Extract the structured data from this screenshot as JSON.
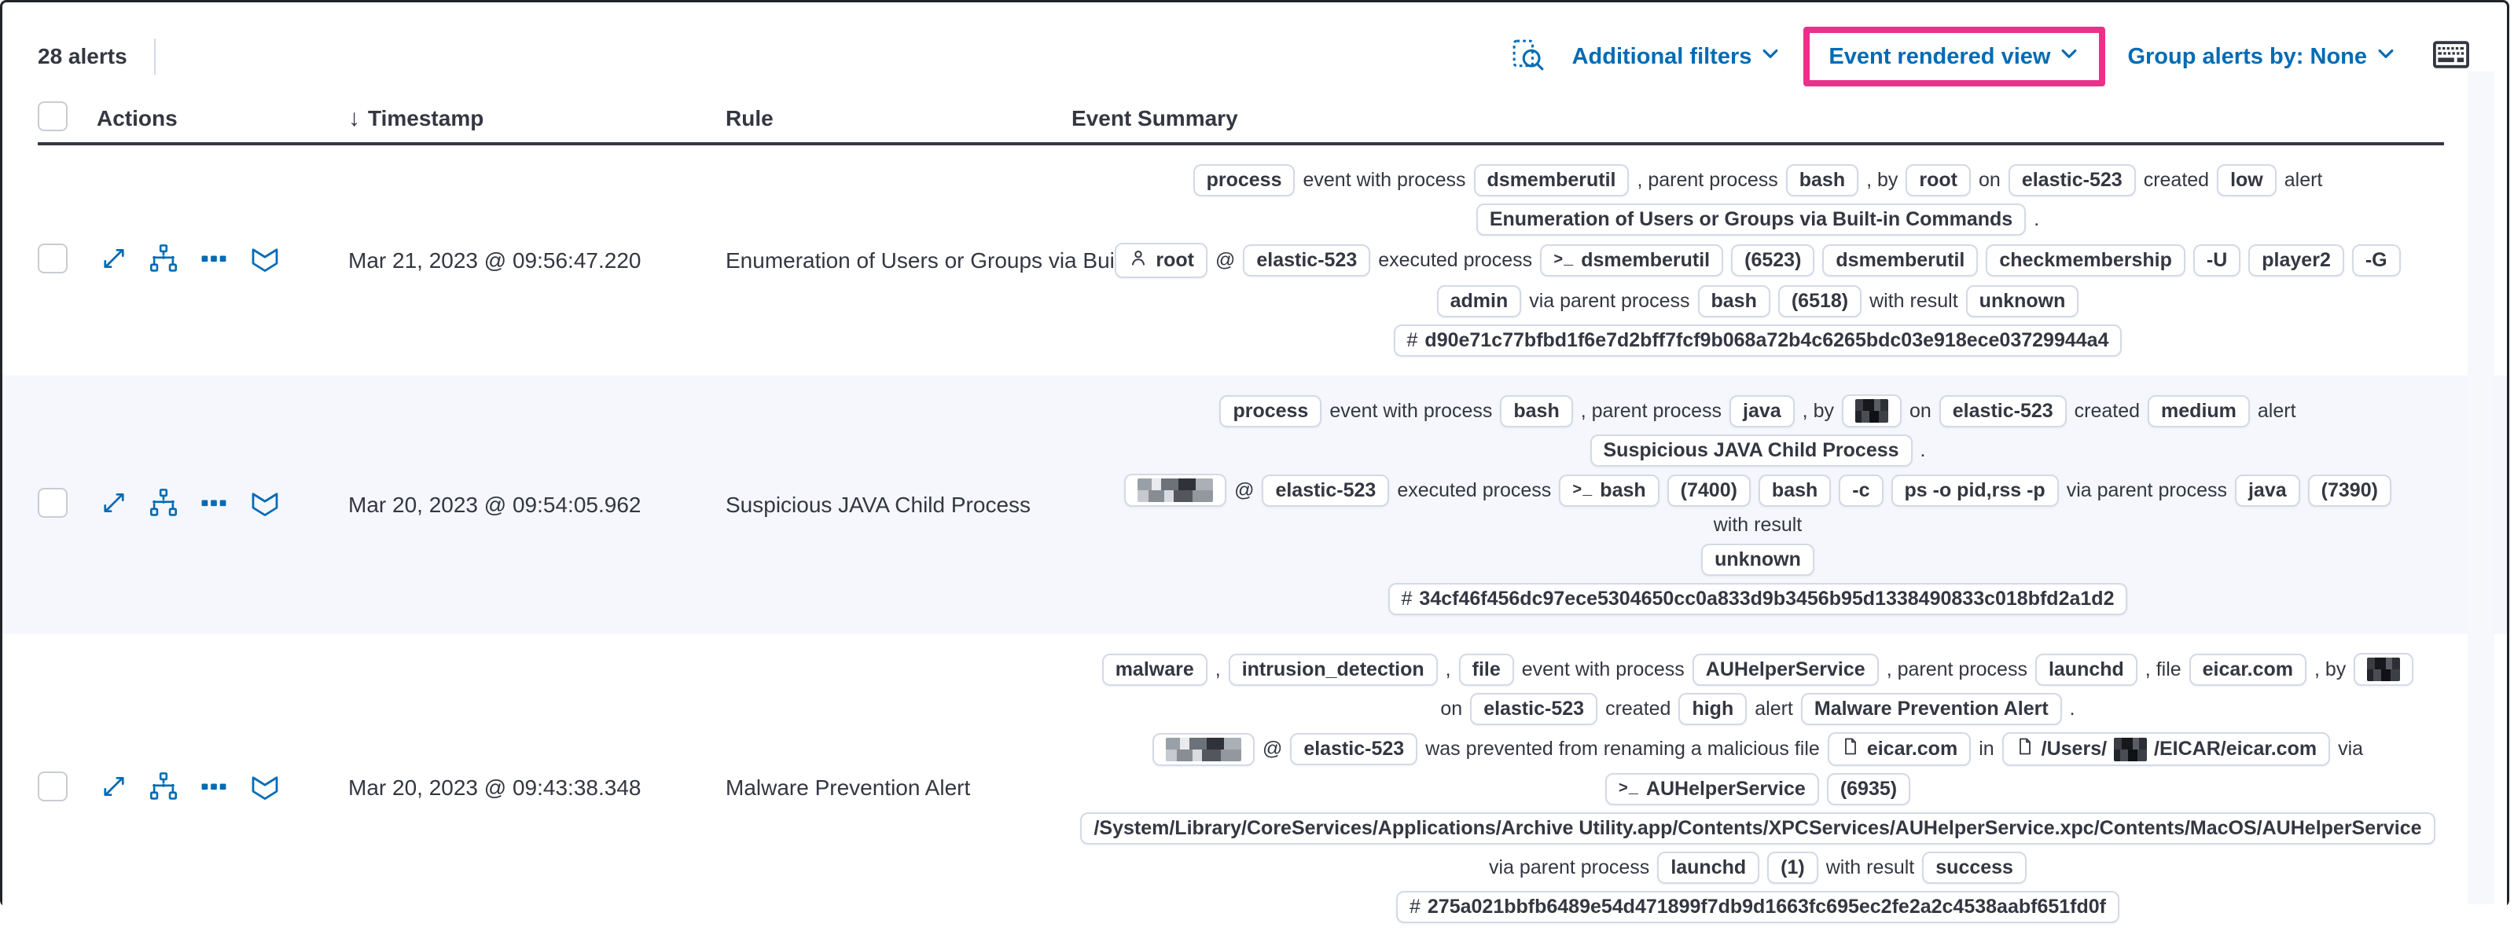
{
  "toolbar": {
    "alerts_count": "28 alerts",
    "additional_filters": "Additional filters",
    "view_selector": "Event rendered view",
    "group_by_label": "Group alerts by: None"
  },
  "colors": {
    "accent_blue": "#006bb4",
    "highlight_pink": "#ed2f8a",
    "row_highlight_bg": "#f5f7fc"
  },
  "table": {
    "headers": {
      "actions": "Actions",
      "timestamp": "Timestamp",
      "rule": "Rule",
      "summary": "Event Summary"
    },
    "sort_icon": "↓",
    "rows": [
      {
        "timestamp": "Mar 21, 2023 @ 09:56:47.220",
        "rule": "Enumeration of Users or Groups via Bui",
        "highlighted": false,
        "summary": [
          [
            {
              "t": "value",
              "v": "process"
            },
            {
              "t": "text",
              "v": "event with process"
            },
            {
              "t": "value",
              "v": "dsmemberutil"
            },
            {
              "t": "text",
              "v": ", parent process"
            },
            {
              "t": "value",
              "v": "bash"
            },
            {
              "t": "text",
              "v": ", by"
            },
            {
              "t": "value",
              "v": "root"
            },
            {
              "t": "text",
              "v": "on"
            },
            {
              "t": "value",
              "v": "elastic-523"
            },
            {
              "t": "text",
              "v": "created"
            },
            {
              "t": "value",
              "v": "low"
            },
            {
              "t": "text",
              "v": "alert"
            }
          ],
          [
            {
              "t": "value",
              "v": "Enumeration of Users or Groups via Built-in Commands"
            },
            {
              "t": "text",
              "v": "."
            }
          ],
          [
            {
              "t": "user",
              "v": "root"
            },
            {
              "t": "text",
              "v": "@"
            },
            {
              "t": "value",
              "v": "elastic-523"
            },
            {
              "t": "text",
              "v": "executed process"
            },
            {
              "t": "process",
              "v": "dsmemberutil"
            },
            {
              "t": "value",
              "v": "(6523)"
            },
            {
              "t": "value",
              "v": "dsmemberutil"
            },
            {
              "t": "value",
              "v": "checkmembership"
            },
            {
              "t": "value",
              "v": "-U"
            },
            {
              "t": "value",
              "v": "player2"
            },
            {
              "t": "value",
              "v": "-G"
            }
          ],
          [
            {
              "t": "value",
              "v": "admin"
            },
            {
              "t": "text",
              "v": "via parent process"
            },
            {
              "t": "value",
              "v": "bash"
            },
            {
              "t": "value",
              "v": "(6518)"
            },
            {
              "t": "text",
              "v": "with result"
            },
            {
              "t": "value",
              "v": "unknown"
            }
          ],
          [
            {
              "t": "hash",
              "v": "d90e71c77bfbd1f6e7d2bff7fcf9b068a72b4c6265bdc03e918ece03729944a4"
            }
          ]
        ]
      },
      {
        "timestamp": "Mar 20, 2023 @ 09:54:05.962",
        "rule": "Suspicious JAVA Child Process",
        "highlighted": true,
        "summary": [
          [
            {
              "t": "value",
              "v": "process"
            },
            {
              "t": "text",
              "v": "event with process"
            },
            {
              "t": "value",
              "v": "bash"
            },
            {
              "t": "text",
              "v": ", parent process"
            },
            {
              "t": "value",
              "v": "java"
            },
            {
              "t": "text",
              "v": ", by"
            },
            {
              "t": "redacted",
              "v": ""
            },
            {
              "t": "text",
              "v": "on"
            },
            {
              "t": "value",
              "v": "elastic-523"
            },
            {
              "t": "text",
              "v": "created"
            },
            {
              "t": "value",
              "v": "medium"
            },
            {
              "t": "text",
              "v": "alert"
            }
          ],
          [
            {
              "t": "value",
              "v": "Suspicious JAVA Child Process"
            },
            {
              "t": "text",
              "v": "."
            }
          ],
          [
            {
              "t": "user_redacted",
              "v": ""
            },
            {
              "t": "text",
              "v": "@"
            },
            {
              "t": "value",
              "v": "elastic-523"
            },
            {
              "t": "text",
              "v": "executed process"
            },
            {
              "t": "process",
              "v": "bash"
            },
            {
              "t": "value",
              "v": "(7400)"
            },
            {
              "t": "value",
              "v": "bash"
            },
            {
              "t": "value",
              "v": "-c"
            },
            {
              "t": "value",
              "v": "ps -o pid,rss -p"
            },
            {
              "t": "text",
              "v": "via parent process"
            },
            {
              "t": "value",
              "v": "java"
            },
            {
              "t": "value",
              "v": "(7390)"
            },
            {
              "t": "text",
              "v": "with result"
            }
          ],
          [
            {
              "t": "value",
              "v": "unknown"
            }
          ],
          [
            {
              "t": "hash",
              "v": "34cf46f456dc97ece5304650cc0a833d9b3456b95d1338490833c018bfd2a1d2"
            }
          ]
        ]
      },
      {
        "timestamp": "Mar 20, 2023 @ 09:43:38.348",
        "rule": "Malware Prevention Alert",
        "highlighted": false,
        "summary": [
          [
            {
              "t": "value",
              "v": "malware"
            },
            {
              "t": "text",
              "v": ","
            },
            {
              "t": "value",
              "v": "intrusion_detection"
            },
            {
              "t": "text",
              "v": ","
            },
            {
              "t": "value",
              "v": "file"
            },
            {
              "t": "text",
              "v": "event with process"
            },
            {
              "t": "value",
              "v": "AUHelperService"
            },
            {
              "t": "text",
              "v": ", parent process"
            },
            {
              "t": "value",
              "v": "launchd"
            },
            {
              "t": "text",
              "v": ", file"
            },
            {
              "t": "value",
              "v": "eicar.com"
            },
            {
              "t": "text",
              "v": ", by"
            },
            {
              "t": "redacted",
              "v": ""
            }
          ],
          [
            {
              "t": "text",
              "v": "on"
            },
            {
              "t": "value",
              "v": "elastic-523"
            },
            {
              "t": "text",
              "v": "created"
            },
            {
              "t": "value",
              "v": "high"
            },
            {
              "t": "text",
              "v": "alert"
            },
            {
              "t": "value",
              "v": "Malware Prevention Alert"
            },
            {
              "t": "text",
              "v": "."
            }
          ],
          [
            {
              "t": "user_redacted",
              "v": ""
            },
            {
              "t": "text",
              "v": "@"
            },
            {
              "t": "value",
              "v": "elastic-523"
            },
            {
              "t": "text",
              "v": "was prevented from renaming a malicious file"
            },
            {
              "t": "file",
              "v": "eicar.com"
            },
            {
              "t": "text",
              "v": "in"
            },
            {
              "t": "file",
              "v": "/Users/█/EICAR/eicar.com"
            },
            {
              "t": "text",
              "v": "via"
            }
          ],
          [
            {
              "t": "process",
              "v": "AUHelperService"
            },
            {
              "t": "value",
              "v": "(6935)"
            }
          ],
          [
            {
              "t": "value",
              "v": "/System/Library/CoreServices/Applications/Archive Utility.app/Contents/XPCServices/AUHelperService.xpc/Contents/MacOS/AUHelperService"
            }
          ],
          [
            {
              "t": "text",
              "v": "via parent process"
            },
            {
              "t": "value",
              "v": "launchd"
            },
            {
              "t": "value",
              "v": "(1)"
            },
            {
              "t": "text",
              "v": "with result"
            },
            {
              "t": "value",
              "v": "success"
            }
          ],
          [
            {
              "t": "hash",
              "v": "275a021bbfb6489e54d471899f7db9d1663fc695ec2fe2a2c4538aabf651fd0f"
            }
          ]
        ]
      }
    ]
  }
}
